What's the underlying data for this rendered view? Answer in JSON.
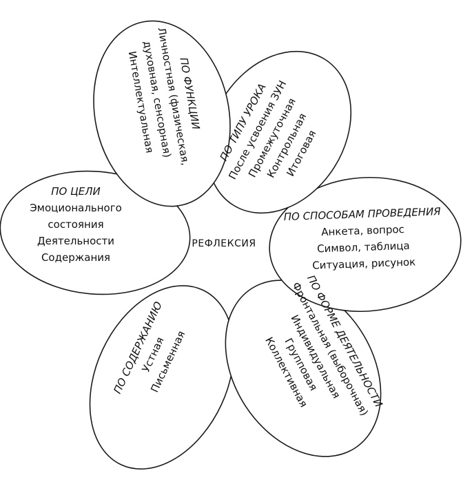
{
  "center": "РЕФЛЕКСИЯ",
  "petals": {
    "function": {
      "title": "ПО ФУНКЦИИ",
      "items": [
        "Личностная (физическая,",
        "духовная, сенсорная)",
        "Интеллектуальная"
      ]
    },
    "lesson": {
      "title": "ПО ТИПУ УРОКА",
      "items": [
        "После усвоения ЗУН",
        "Промежуточная",
        "Контрольная",
        "Итоговая"
      ]
    },
    "methods": {
      "title": "ПО СПОСОБАМ ПРОВЕДЕНИЯ",
      "items": [
        "Анкета, вопрос",
        "Символ, таблица",
        "Ситуация, рисунок"
      ]
    },
    "activity": {
      "title": "ПО ФОРМЕ ДЕЯТЕЛЬНОСТИ",
      "items": [
        "Фронтальная (выборочная)",
        "Индивидуальная",
        "Групповая",
        "Коллективная"
      ]
    },
    "content": {
      "title": "ПО СОДЕРЖАНИЮ",
      "items": [
        "Устная",
        "Письменная"
      ]
    },
    "goal": {
      "title": "ПО ЦЕЛИ",
      "items": [
        "Эмоционального",
        "состояния",
        "Деятельности",
        "Содержания"
      ]
    }
  }
}
